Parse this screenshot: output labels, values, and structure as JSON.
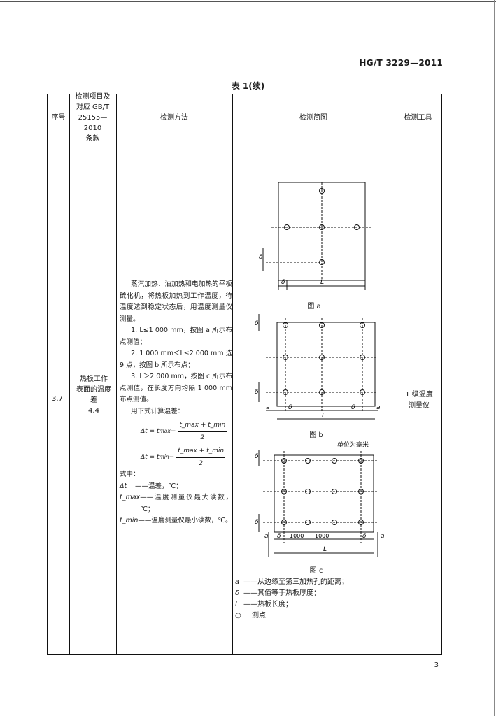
{
  "header": {
    "doc_code": "HG/T 3229—2011",
    "table_title": "表 1(续)"
  },
  "columns": {
    "no": "序号",
    "item": "检测项目及\n对应 GB/T\n25155—2010\n条款",
    "method": "检测方法",
    "diagram": "检测简图",
    "tool": "检测工具"
  },
  "row": {
    "no": "3.7",
    "item": "热板工作\n表面的温度\n差\n4.4",
    "tool": "1 级温度\n测量仪",
    "method": {
      "intro": "蒸汽加热、油加热和电加热的平板硫化机，将热板加热到工作温度，待温度达到稳定状态后，用温度测量仪测量。",
      "step1": "1. L≤1 000 mm，按图 a 所示布点测值；",
      "step2": "2. 1 000 mm＜L≤2 000 mm 选 9 点，按图 b 所示布点；",
      "step3": "3. L＞2 000 mm，按图 c 所示布点测值，在长度方向均隔 1 000 mm 布点测值。",
      "calc": "用下式计算温差：",
      "f1_lhs": "Δt = t",
      "f1_sub": "max",
      "f1_minus": " − ",
      "f1_num": "t_max + t_min",
      "f1_den": "2",
      "f2_lhs": "Δt = t",
      "f2_sub": "min",
      "f2_minus": " − ",
      "f2_num": "t_max + t_min",
      "f2_den": "2",
      "where": "式中：",
      "l1_sym": "Δt",
      "l1_txt": "——温差，℃；",
      "l2_sym": "t_max",
      "l2_txt": "——温度测量仪最大读数，℃；",
      "l3_sym": "t_min",
      "l3_txt": "——温度测量仪最小读数，℃。"
    },
    "figures": {
      "a_caption": "图 a",
      "b_caption": "图 b",
      "c_caption": "图 c",
      "unit": "单位为毫米",
      "L": "L",
      "delta": "δ",
      "a": "a",
      "dim_1000": "1000"
    },
    "key": {
      "a_sym": "a",
      "a_txt": "——从边缘至第三加热孔的距离；",
      "d_sym": "δ",
      "d_txt": "——其值等于热板厚度；",
      "L_sym": "L",
      "L_txt": "——热板长度；",
      "o_sym": "○",
      "o_txt": "测点"
    }
  },
  "page_number": "3"
}
